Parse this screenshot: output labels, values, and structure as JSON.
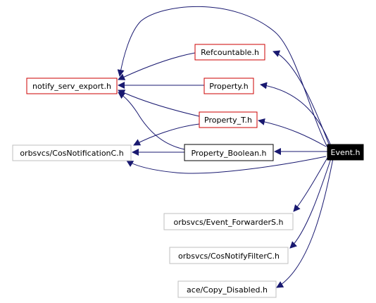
{
  "diagram": {
    "nodes": [
      {
        "id": "event",
        "label": "Event.h",
        "style": "root"
      },
      {
        "id": "refcountable",
        "label": "Refcountable.h",
        "style": "red"
      },
      {
        "id": "notify_export",
        "label": "notify_serv_export.h",
        "style": "red"
      },
      {
        "id": "property",
        "label": "Property.h",
        "style": "red"
      },
      {
        "id": "property_t",
        "label": "Property_T.h",
        "style": "red"
      },
      {
        "id": "cosnotification",
        "label": "orbsvcs/CosNotificationC.h",
        "style": "gray"
      },
      {
        "id": "property_boolean",
        "label": "Property_Boolean.h",
        "style": "black"
      },
      {
        "id": "event_forwarder",
        "label": "orbsvcs/Event_ForwarderS.h",
        "style": "gray"
      },
      {
        "id": "cosnotifyfilter",
        "label": "orbsvcs/CosNotifyFilterC.h",
        "style": "gray"
      },
      {
        "id": "copy_disabled",
        "label": "ace/Copy_Disabled.h",
        "style": "gray"
      }
    ],
    "edges": [
      {
        "from": "event",
        "to": "notify_export"
      },
      {
        "from": "event",
        "to": "refcountable"
      },
      {
        "from": "event",
        "to": "property"
      },
      {
        "from": "event",
        "to": "property_t"
      },
      {
        "from": "event",
        "to": "property_boolean"
      },
      {
        "from": "event",
        "to": "cosnotification"
      },
      {
        "from": "event",
        "to": "event_forwarder"
      },
      {
        "from": "event",
        "to": "cosnotifyfilter"
      },
      {
        "from": "event",
        "to": "copy_disabled"
      },
      {
        "from": "refcountable",
        "to": "notify_export"
      },
      {
        "from": "property",
        "to": "notify_export"
      },
      {
        "from": "property_t",
        "to": "notify_export"
      },
      {
        "from": "property_t",
        "to": "cosnotification"
      },
      {
        "from": "property_boolean",
        "to": "notify_export"
      },
      {
        "from": "property_boolean",
        "to": "cosnotification"
      }
    ],
    "colors": {
      "edge": "#191970",
      "red_border": "#cc0000",
      "gray_border": "#bfbfbf",
      "black_border": "#000000",
      "root_fill": "#000000",
      "root_text": "#ffffff",
      "text": "#000000"
    }
  }
}
